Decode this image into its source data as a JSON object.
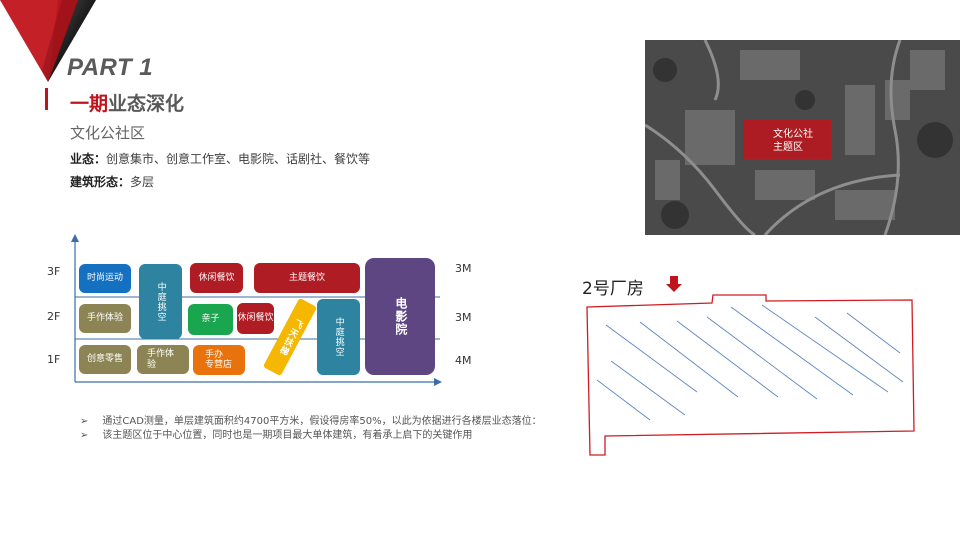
{
  "header": {
    "part_label": "PART 1",
    "title_highlight": "一期",
    "title_rest": "业态深化",
    "subtitle": "文化公社区",
    "formats_label": "业态：",
    "formats_value": "创意集市、创意工作室、电影院、话剧社、餐饮等",
    "building_label": "建筑形态：",
    "building_value": "多层"
  },
  "colors": {
    "accent_red": "#c0141c",
    "blue": "#1470c0",
    "olive": "#8c8454",
    "teal": "#2e84a0",
    "dark_red": "#b01c24",
    "green": "#1aa64e",
    "orange": "#e8720c",
    "yellow": "#f5b700",
    "purple": "#5e4682"
  },
  "chart_data": {
    "type": "table",
    "title": "楼层业态分布",
    "floors": [
      "3F",
      "2F",
      "1F"
    ],
    "floor_heights": [
      "3M",
      "3M",
      "4M"
    ],
    "blocks": [
      {
        "label": "时尚运动",
        "floor": "3F",
        "color": "#1470c0"
      },
      {
        "label": "手作体验",
        "floor": "2F",
        "color": "#8c8454"
      },
      {
        "label": "创意零售",
        "floor": "1F",
        "color": "#8c8454"
      },
      {
        "label": "中庭挑空",
        "floor": "2F-3F",
        "color": "#2e84a0"
      },
      {
        "label": "手作体验",
        "floor": "1F",
        "color": "#8c8454"
      },
      {
        "label": "休闲餐饮",
        "floor": "3F",
        "color": "#b01c24"
      },
      {
        "label": "亲子",
        "floor": "2F",
        "color": "#1aa64e"
      },
      {
        "label": "休闲餐饮",
        "floor": "2F",
        "color": "#b01c24"
      },
      {
        "label": "手办专营店",
        "floor": "1F",
        "color": "#e8720c"
      },
      {
        "label": "主题餐饮",
        "floor": "3F",
        "color": "#b01c24"
      },
      {
        "label": "飞天扶梯",
        "floor": "1F-2F",
        "color": "#f5b700"
      },
      {
        "label": "中庭挑空",
        "floor": "1F-2F",
        "color": "#2e84a0"
      },
      {
        "label": "电影院",
        "floor": "1F-3F",
        "color": "#5e4682"
      }
    ]
  },
  "chart_labels": {
    "f3": "3F",
    "f2": "2F",
    "f1": "1F",
    "h3": "3M",
    "h2": "3M",
    "h1": "4M",
    "b_sport": "时尚运动",
    "b_craft2": "手作体验",
    "b_retail": "创意零售",
    "b_atrium1": "中庭挑空",
    "b_craft1_a": "手作体",
    "b_craft1_b": "验",
    "b_dine3": "休闲餐饮",
    "b_kids": "亲子",
    "b_dine2": "休闲餐饮",
    "b_figure_a": "手办",
    "b_figure_b": "专营店",
    "b_theme": "主题餐饮",
    "b_escalator": "飞天扶梯",
    "b_atrium2": "中庭挑空",
    "b_cinema": "电影院"
  },
  "bullets": [
    {
      "marker": "➢",
      "text": "通过CAD测量，单层建筑面积约4700平方米，假设得房率50%，以此为依据进行各楼层业态落位："
    },
    {
      "marker": "➢",
      "text": "该主题区位于中心位置，同时也是一期项目最大单体建筑，有着承上启下的关键作用"
    }
  ],
  "aerial": {
    "label_line1": "文化公社",
    "label_line2": "主题区"
  },
  "plan": {
    "title": "2号厂房",
    "arrow_icon": "down-arrow-icon"
  }
}
